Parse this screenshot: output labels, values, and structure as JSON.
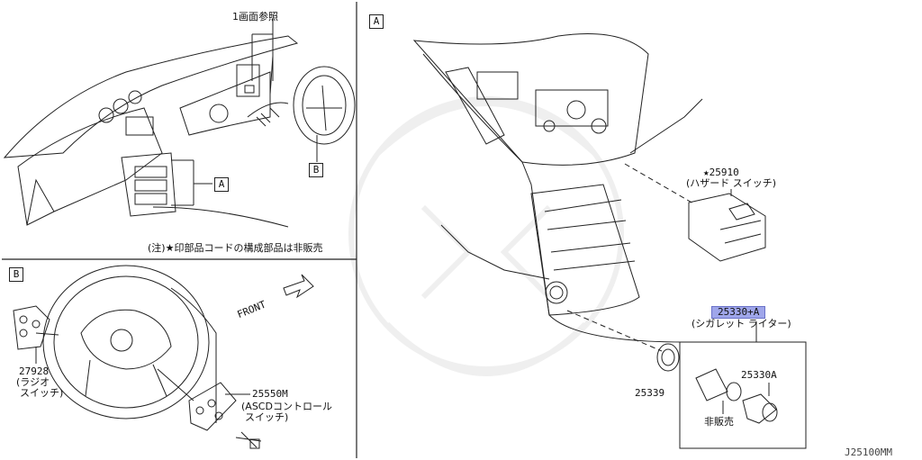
{
  "frame_labels": {
    "A": "A",
    "B": "B"
  },
  "top_left": {
    "ref_note": "1画面参照",
    "callout_a": "A",
    "callout_b": "B",
    "note": "(注)★印部品コードの構成部品は非販売"
  },
  "bottom_left": {
    "front_label": "FRONT",
    "radio_switch": {
      "code": "27928",
      "name_line1": "(ラジオ",
      "name_line2": "スイッチ)"
    },
    "ascd_switch": {
      "code": "25550M",
      "name_line1": "(ASCDコントロール",
      "name_line2": "スイッチ)"
    }
  },
  "right": {
    "hazard_switch": {
      "code": "★25910",
      "name": "(ハザード スイッチ)"
    },
    "cigarette_lighter": {
      "code": "25330+A",
      "name": "(シガレット ライター)"
    },
    "part_25339": "25339",
    "part_25330a": "25330A",
    "not_for_sale": "非販売"
  },
  "drawing_number": "J25100MM",
  "colors": {
    "highlight": "#9fa6ea",
    "line": "#222222"
  }
}
